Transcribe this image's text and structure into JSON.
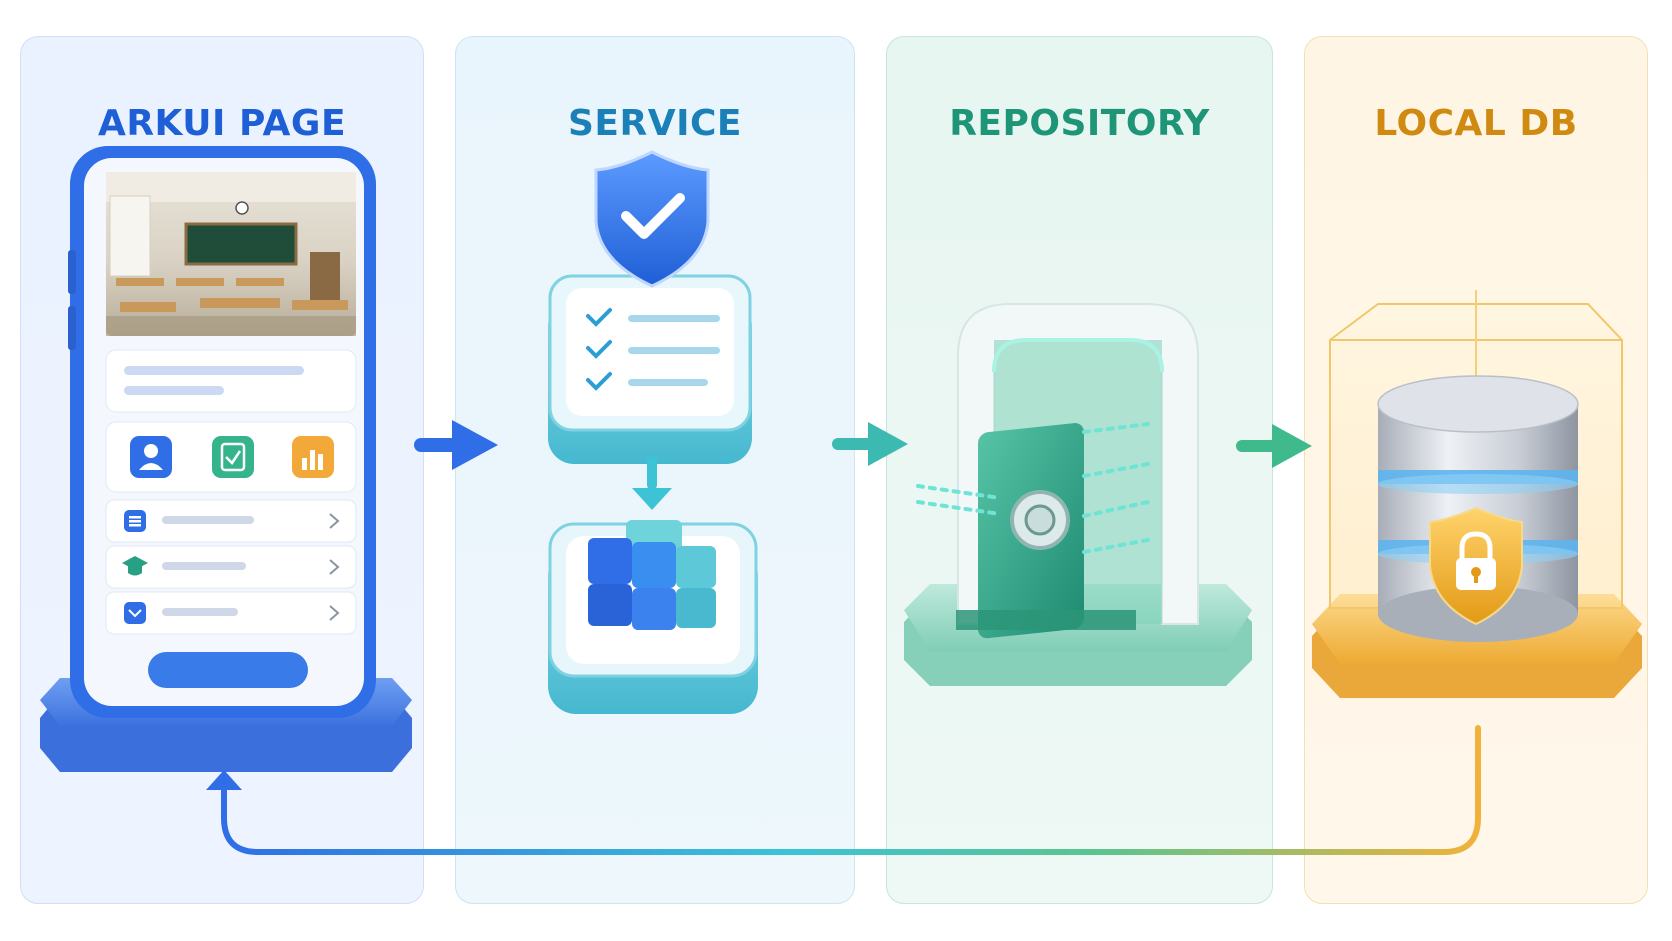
{
  "panels": [
    {
      "title": "ARKUI PAGE",
      "color": "#1f5fd6"
    },
    {
      "title": "SERVICE",
      "color": "#1b7fb8"
    },
    {
      "title": "REPOSITORY",
      "color": "#1f9578"
    },
    {
      "title": "LOCAL DB",
      "color": "#d08a12"
    }
  ],
  "icons": {
    "phone": "phone-icon",
    "shield": "shield-check-icon",
    "checklist": "checklist-icon",
    "cubes": "cubes-icon",
    "vault": "vault-door-icon",
    "database": "database-icon",
    "lock": "padlock-icon"
  },
  "colors": {
    "blue": "#2f6ee6",
    "cyan": "#3cc3d6",
    "teal": "#2fae8e",
    "amber": "#f0b23a"
  }
}
